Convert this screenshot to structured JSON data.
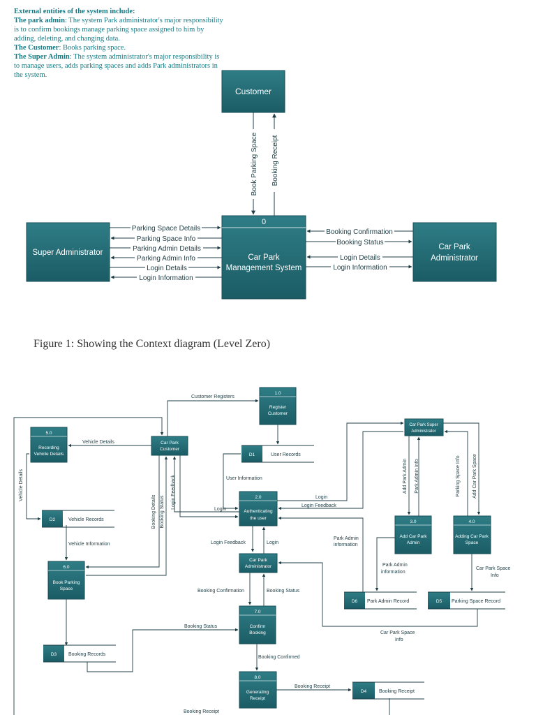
{
  "intro": {
    "heading": "External entities of the system include:",
    "park_admin_label": "The park admin",
    "park_admin_text": ": The system Park administrator's major responsibility is to confirm bookings manage parking space assigned to him by adding, deleting, and changing data.",
    "customer_label": "The Customer",
    "customer_text": ": Books parking space.",
    "super_admin_label": "The Super Admin",
    "super_admin_text": ": The system administrator's major responsibility is to manage users, adds parking spaces and adds Park administrators in the system."
  },
  "caption": "Figure 1: Showing the Context diagram (Level Zero)",
  "context": {
    "customer": "Customer",
    "process_number": "0",
    "process_line1": "Car Park",
    "process_line2": "Management System",
    "super_admin": "Super Administrator",
    "car_park_admin_line1": "Car Park",
    "car_park_admin_line2": "Administrator",
    "book_parking_space": "Book Parking Space",
    "booking_receipt": "Booking Receipt",
    "left_flows": [
      "Parking Space Details",
      "Parking Space Info",
      "Parking Admin Details",
      "Parking Admin Info",
      "Login Details",
      "Login Information"
    ],
    "right_flows": [
      "Booking Confirmation",
      "Booking Status",
      "Login Details",
      "Login Information"
    ]
  },
  "level1": {
    "processes": [
      {
        "num": "1.0",
        "line1": "Register",
        "line2": "Customer"
      },
      {
        "num": "2.0",
        "line1": "Authenticating",
        "line2": "the user"
      },
      {
        "num": "3.0",
        "line1": "Add Car Park",
        "line2": "Admin"
      },
      {
        "num": "4.0",
        "line1": "Adding Car Park",
        "line2": "Space"
      },
      {
        "num": "5.0",
        "line1": "Recording",
        "line2": "Vehicle Details"
      },
      {
        "num": "6.0",
        "line1": "Book Parking",
        "line2": "Space"
      },
      {
        "num": "7.0",
        "line1": "Confirm",
        "line2": "Booking"
      },
      {
        "num": "8.0",
        "line1": "Generating",
        "line2": "Receipt"
      }
    ],
    "entities": {
      "customer_line1": "Car Park",
      "customer_line2": "Customer",
      "admin_line1": "Car Park",
      "admin_line2": "Administrator",
      "super_line1": "Car Park Super",
      "super_line2": "Administrator"
    },
    "stores": [
      {
        "id": "D1",
        "name": "User Records"
      },
      {
        "id": "D2",
        "name": "Vehicle Records"
      },
      {
        "id": "D3",
        "name": "Booking Records"
      },
      {
        "id": "D4",
        "name": "Booking Receipt"
      },
      {
        "id": "D6",
        "name": "Park Admin Record"
      },
      {
        "id": "D5",
        "name": "Parking Space Record"
      }
    ],
    "labels": {
      "customer_registers": "Customer Registers",
      "vehicle_details": "Vehicle Details",
      "user_information": "User Information",
      "login": "Login",
      "login_feedback": "Login Feedback",
      "booking_details": "Booking Details",
      "booking_status": "Booking Status",
      "vehicle_information": "Vehicle Information",
      "park_admin_information": "Park Admin information",
      "park_admin_info_line1": "Park Admin",
      "park_admin_info_line2": "information",
      "add_park_admin": "Add Park Admin",
      "park_admin_info": "Park Admin Info",
      "parking_space_info": "Parking Space Info",
      "add_car_park_space": "Add Car Park Space",
      "car_park_space_info_line1": "Car Park Space",
      "car_park_space_info_line2": "Info",
      "booking_confirmation": "Booking Confirmation",
      "booking_confirmed": "Booking Confirmed",
      "booking_receipt": "Booking Receipt"
    }
  }
}
